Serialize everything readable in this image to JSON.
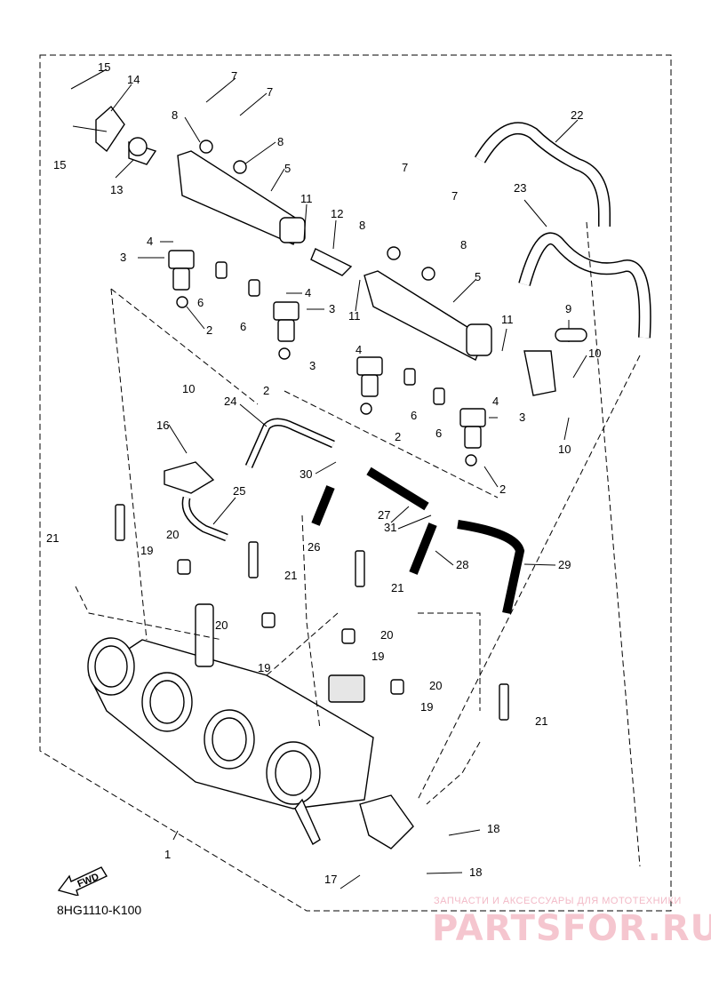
{
  "diagram_code": "8HG1110-K100",
  "fwd_label": "FWD",
  "watermark": {
    "tagline": "ЗАПЧАСТИ И АКСЕССУАРЫ ДЛЯ МОТОТЕХНИКИ",
    "logo": "PARTSFOR.RU"
  },
  "callouts": [
    "1",
    "2",
    "3",
    "4",
    "5",
    "6",
    "7",
    "8",
    "9",
    "10",
    "11",
    "12",
    "13",
    "14",
    "15",
    "16",
    "17",
    "18",
    "19",
    "20",
    "21",
    "22",
    "23",
    "24",
    "25",
    "26",
    "27",
    "28",
    "29",
    "30",
    "31"
  ]
}
